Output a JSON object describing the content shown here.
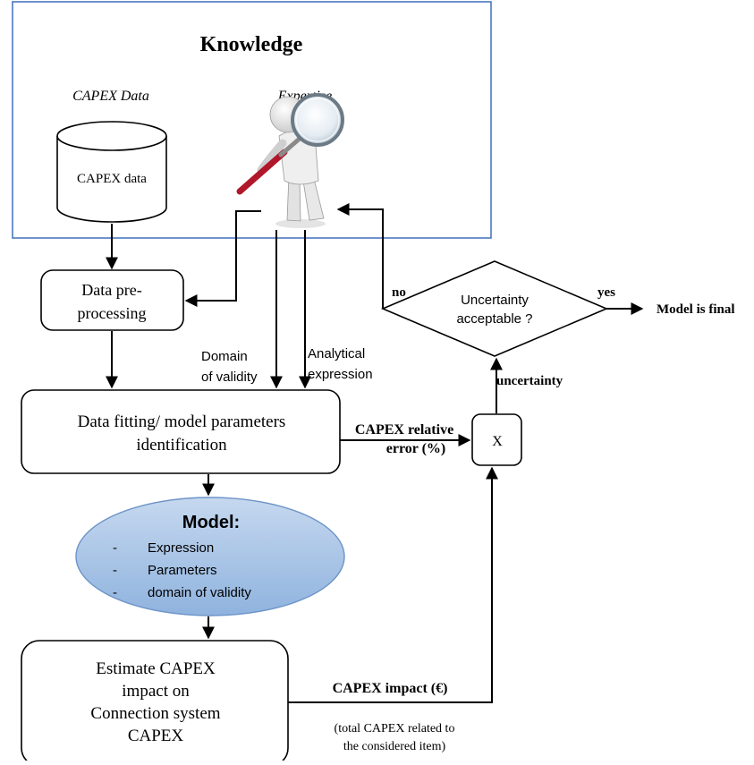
{
  "knowledge": {
    "title": "Knowledge",
    "capex_data_caption": "CAPEX Data",
    "expertise_caption": "Expertise",
    "database_label": "CAPEX data"
  },
  "preprocessing": {
    "line1": "Data pre-",
    "line2": "processing"
  },
  "domain_label": {
    "line1": "Domain",
    "line2": "of validity"
  },
  "analytical_label": {
    "line1": "Analytical",
    "line2": "expression"
  },
  "fitting": {
    "line1": "Data fitting/ model parameters",
    "line2": "identification"
  },
  "model": {
    "title": "Model:",
    "items": [
      "Expression",
      "Parameters",
      "domain of validity"
    ],
    "bullet": "-"
  },
  "estimate": {
    "line1": "Estimate CAPEX",
    "line2": "impact on",
    "line3": "Connection system",
    "line4": "CAPEX"
  },
  "relative_error": {
    "line1": "CAPEX relative",
    "line2": "error (%)"
  },
  "multiply_label": "X",
  "uncertainty_label": "uncertainty",
  "decision": {
    "line1": "Uncertainty",
    "line2": "acceptable ?",
    "no_label": "no",
    "yes_label": "yes"
  },
  "final_label": "Model is final",
  "impact": {
    "label": "CAPEX impact (€)",
    "note_line1": "(total CAPEX related to",
    "note_line2": "the considered item)"
  },
  "colors": {
    "knowledge_border": "#4a78c0",
    "model_fill_top": "#c6d8ef",
    "model_fill_bottom": "#8fb3de",
    "model_stroke": "#6c93c8",
    "lines": "#000000"
  },
  "icons": {
    "expertise": "magnifier-person-icon",
    "database": "database-cylinder-icon"
  }
}
